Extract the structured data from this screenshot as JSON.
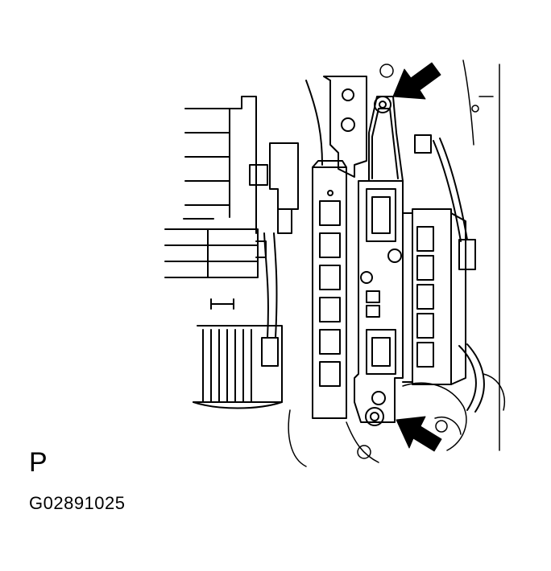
{
  "view_letter": "P",
  "figure_code": "G02891025",
  "colors": {
    "line": "#000000",
    "background": "#ffffff"
  },
  "callouts": [
    {
      "name": "upper-bolt-arrow",
      "icon": "arrow-icon"
    },
    {
      "name": "lower-bolt-arrow",
      "icon": "arrow-icon"
    }
  ]
}
